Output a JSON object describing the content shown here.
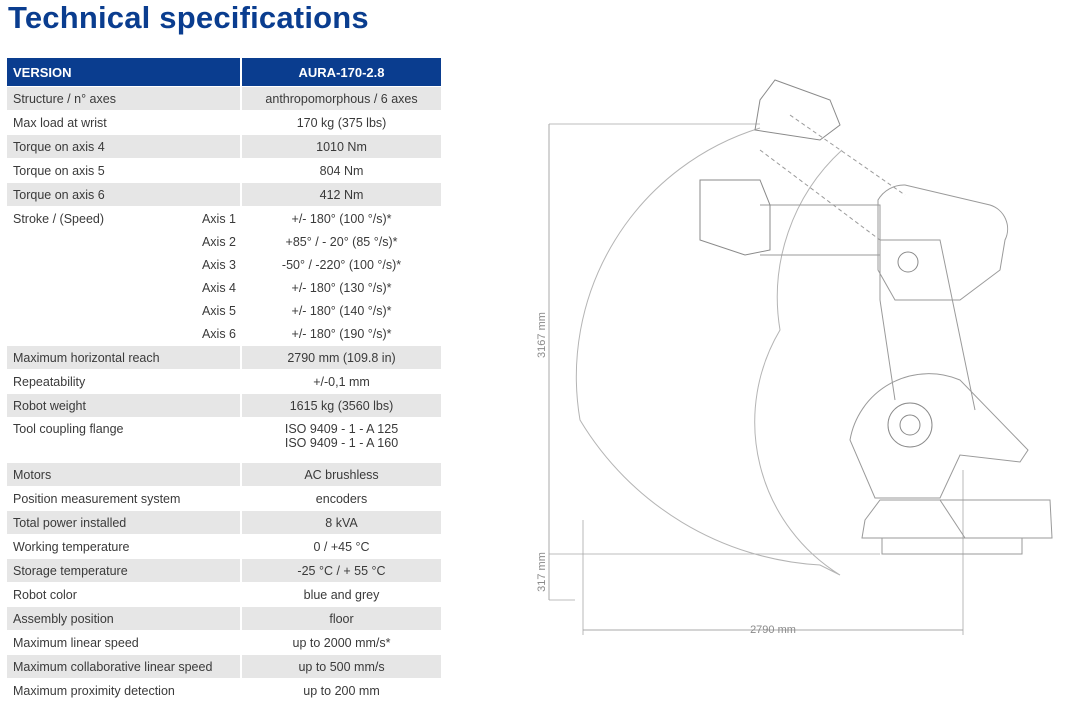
{
  "title": "Technical specifications",
  "header": {
    "version_label": "VERSION",
    "model": "AURA-170-2.8"
  },
  "rows": [
    {
      "label": "Structure / n° axes",
      "value": "anthropomorphous / 6 axes"
    },
    {
      "label": "Max load at wrist",
      "value": "170 kg (375 lbs)"
    },
    {
      "label": "Torque on axis 4",
      "value": "1010 Nm"
    },
    {
      "label": "Torque on axis 5",
      "value": "804 Nm"
    },
    {
      "label": "Torque on axis 6",
      "value": "412 Nm"
    }
  ],
  "stroke": {
    "label": "Stroke / (Speed)",
    "axes": [
      {
        "axis": "Axis 1",
        "value": "+/- 180° (100 °/s)*"
      },
      {
        "axis": "Axis 2",
        "value": "+85° / - 20° (85 °/s)*"
      },
      {
        "axis": "Axis 3",
        "value": "-50° / -220° (100 °/s)*"
      },
      {
        "axis": "Axis 4",
        "value": "+/- 180° (130 °/s)*"
      },
      {
        "axis": "Axis 5",
        "value": "+/- 180° (140 °/s)*"
      },
      {
        "axis": "Axis 6",
        "value": "+/- 180° (190 °/s)*"
      }
    ]
  },
  "rows2": [
    {
      "label": "Maximum horizontal reach",
      "value": "2790 mm (109.8 in)"
    },
    {
      "label": "Repeatability",
      "value": "+/-0,1 mm"
    },
    {
      "label": "Robot weight",
      "value": "1615 kg (3560 lbs)"
    }
  ],
  "flange": {
    "label": "Tool coupling flange",
    "value1": "ISO 9409 - 1 - A 125",
    "value2": "ISO 9409 - 1 - A 160"
  },
  "rows3": [
    {
      "label": "Motors",
      "value": "AC brushless"
    },
    {
      "label": "Position measurement system",
      "value": "encoders"
    },
    {
      "label": "Total power installed",
      "value": "8 kVA"
    },
    {
      "label": "Working temperature",
      "value": "0 / +45 °C"
    },
    {
      "label": "Storage temperature",
      "value": "-25 °C / + 55 °C"
    },
    {
      "label": "Robot color",
      "value": "blue and grey"
    },
    {
      "label": "Assembly position",
      "value": "floor"
    },
    {
      "label": "Maximum linear speed",
      "value": "up to 2000 mm/s*"
    },
    {
      "label": "Maximum collaborative linear speed",
      "value": "up to 500 mm/s"
    },
    {
      "label": "Maximum proximity detection",
      "value": "up to 200 mm"
    }
  ],
  "drawing": {
    "height_dim": "3167 mm",
    "base_dim": "317 mm",
    "reach_dim": "2790 mm"
  }
}
